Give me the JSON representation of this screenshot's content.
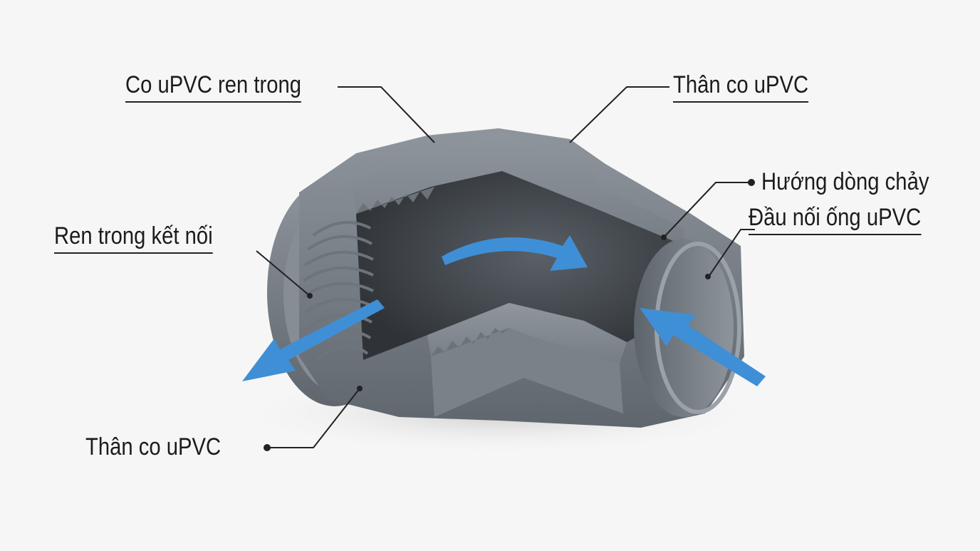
{
  "labels": {
    "threaded_elbow": "Co uPVC ren trong",
    "body_top": "Thân co uPVC",
    "internal_thread": "Ren trong kết nối",
    "flow_direction": "Hướng dòng chảy",
    "pipe_socket": "Đầu nối ống uPVC",
    "body_bottom": "Thân co uPVC"
  },
  "colors": {
    "background": "#f6f6f6",
    "pvc_gray": "#7f878f",
    "pvc_dark": "#3e4348",
    "arrow_blue": "#3f8fd6",
    "line": "#222222"
  }
}
